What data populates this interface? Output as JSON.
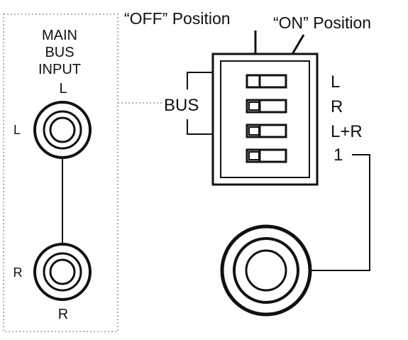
{
  "callouts": {
    "off_position": "“OFF” Position",
    "on_position": "“ON” Position"
  },
  "main_bus_input": {
    "title_line1": "MAIN",
    "title_line2": "BUS",
    "title_line3": "INPUT",
    "jack_left_top_label": "L",
    "jack_left_side_label": "L",
    "jack_right_side_label": "R",
    "jack_right_bottom_label": "R"
  },
  "bus_label": "BUS",
  "switch_labels": [
    "L",
    "R",
    "L+R",
    "1"
  ],
  "switches": [
    {
      "state": "on"
    },
    {
      "state": "off"
    },
    {
      "state": "off"
    },
    {
      "state": "off"
    }
  ]
}
